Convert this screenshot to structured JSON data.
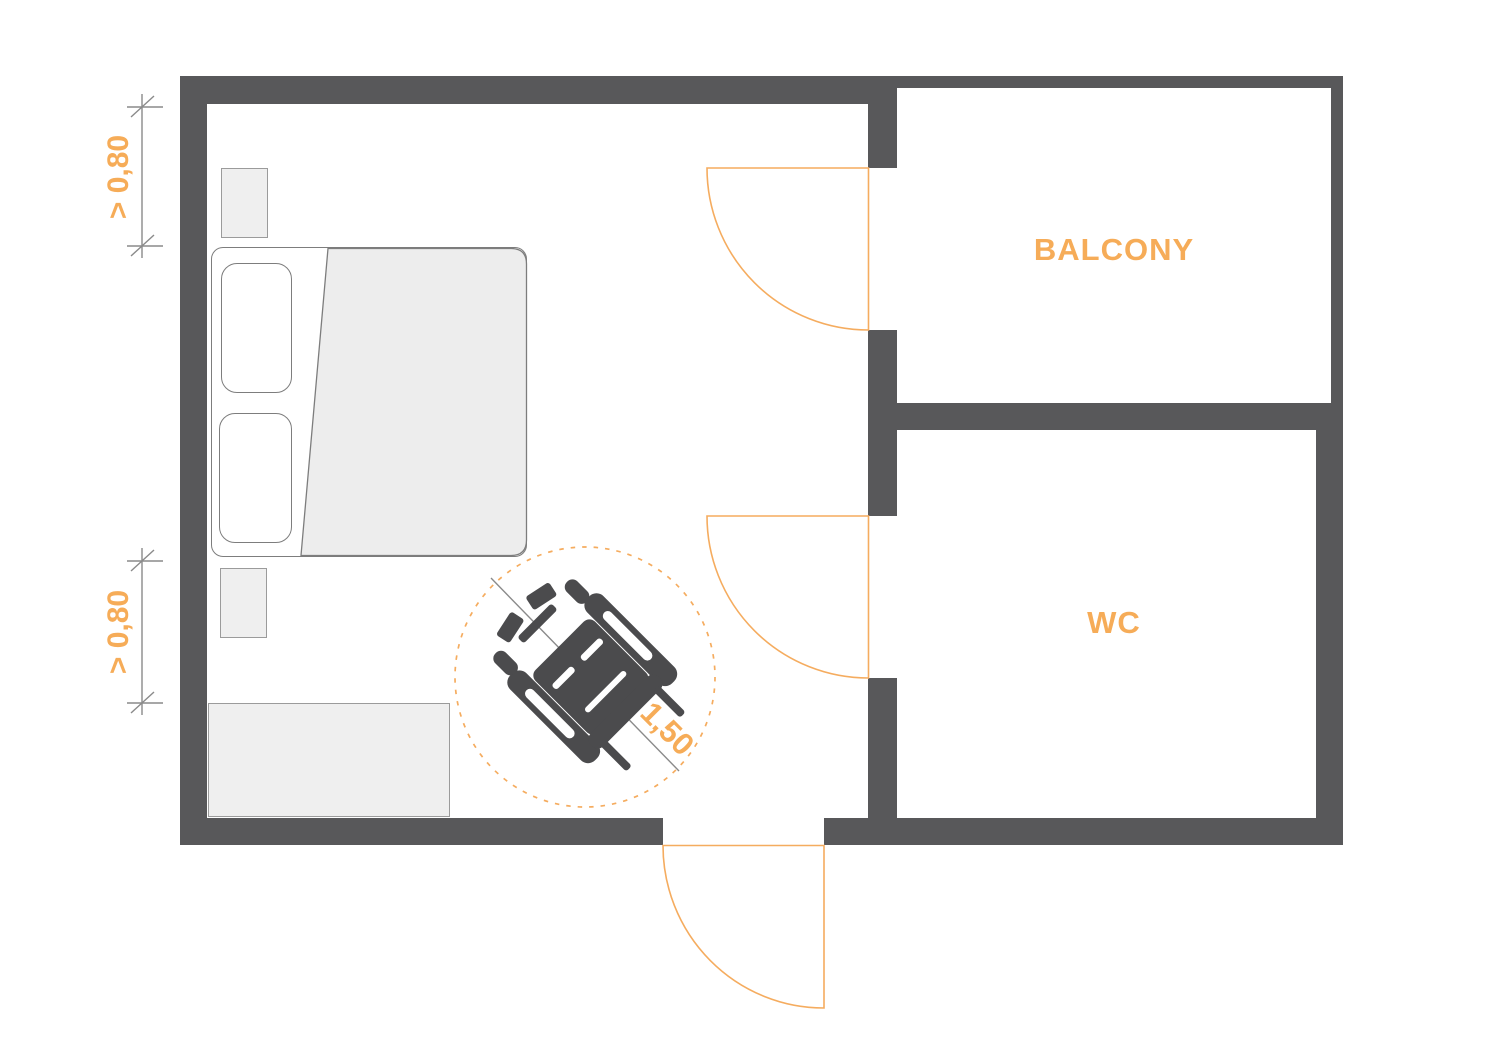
{
  "floorplan": {
    "labels": {
      "balcony": "BALCONY",
      "wc": "WC",
      "clearance_top": "> 0,80",
      "clearance_bottom": "> 0,80",
      "turning_diameter": "1,50"
    },
    "icons": {
      "wheelchair": "wheelchair-top-view-icon"
    },
    "colors": {
      "wall": "#58585A",
      "accent-text": "#F6AC58",
      "accent-line": "#F5AC5F",
      "dim": "#8A8A8A",
      "furn-fill": "#EFEFEF",
      "furn-border": "#9B9B9B",
      "bed-border": "#7D7D7D",
      "blanket": "#EDEDED",
      "chair": "#4B4B4D"
    }
  }
}
